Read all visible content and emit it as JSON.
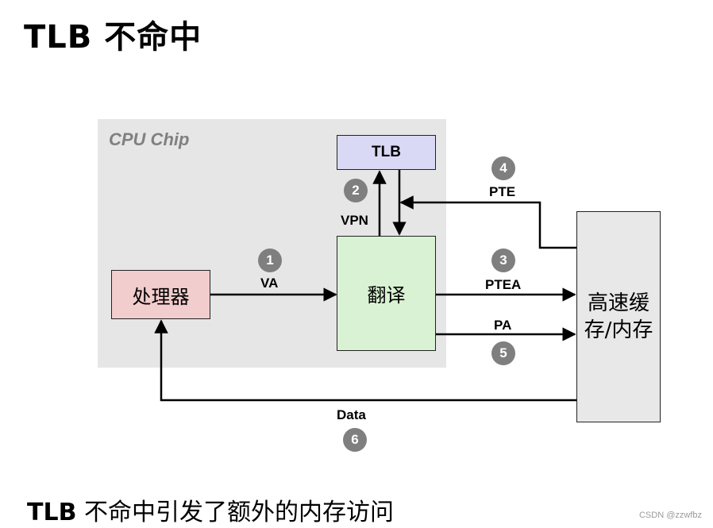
{
  "title": "TLB 不命中",
  "chip_label": "CPU Chip",
  "nodes": {
    "tlb": "TLB",
    "processor": "处理器",
    "translation": "翻译",
    "memory_line1": "高速缓",
    "memory_line2": "存/内存"
  },
  "edges": {
    "va": "VA",
    "vpn": "VPN",
    "pte": "PTE",
    "ptea": "PTEA",
    "pa": "PA",
    "data": "Data"
  },
  "steps": [
    "1",
    "2",
    "3",
    "4",
    "5",
    "6"
  ],
  "subtitle": {
    "tlb": "TLB",
    "rest": " 不命中引发了额外的内存访问"
  },
  "watermark": "CSDN @zzwfbz"
}
